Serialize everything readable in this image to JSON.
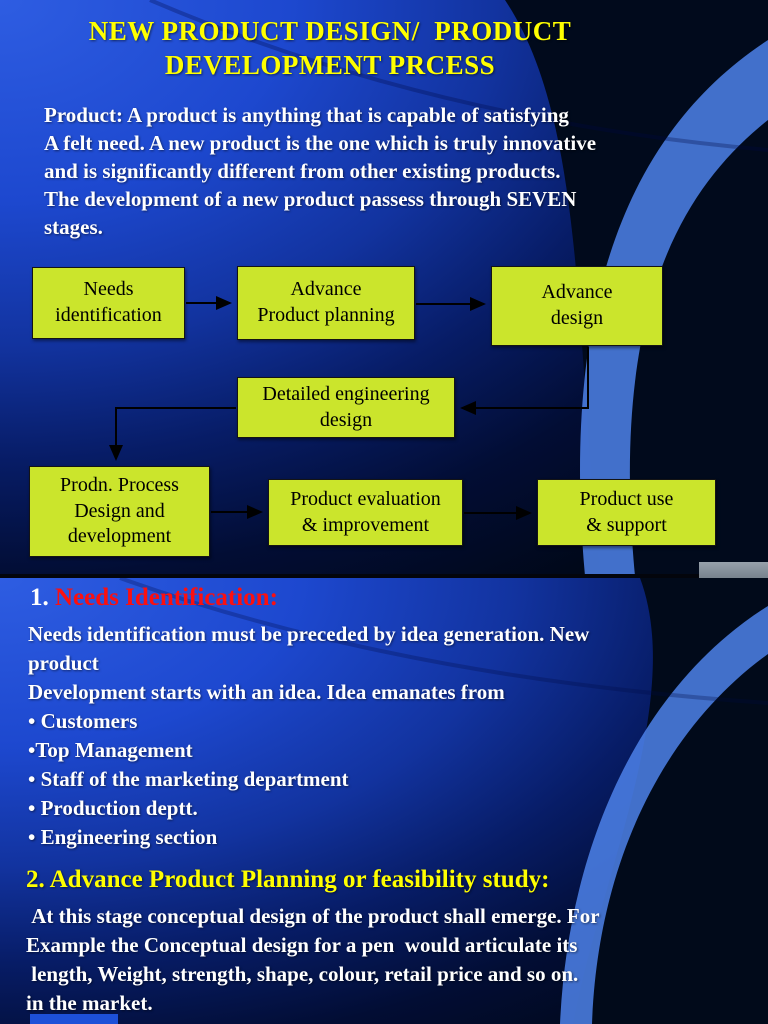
{
  "slide1": {
    "title": "NEW PRODUCT DESIGN/  PRODUCT\nDEVELOPMENT PRCESS",
    "intro": "Product: A product is anything that is capable of satisfying\nA felt need. A new product is the one which is truly innovative\nand is significantly different from other existing products.\nThe development of a new product passess through SEVEN\nstages.",
    "flowchart": {
      "needs": "Needs\nidentification",
      "advance_planning": "Advance\nProduct planning",
      "advance_design": "Advance\ndesign",
      "detailed_design": "Detailed engineering\ndesign",
      "prodn_process": "Prodn. Process\nDesign and\ndevelopment",
      "evaluation": "Product evaluation\n& improvement",
      "use_support": "Product use\n& support"
    }
  },
  "slide2": {
    "heading1_num": "1.",
    "heading1": " Needs Identification:",
    "body1": "Needs identification must be preceded by idea generation. New\nproduct\nDevelopment starts with an idea. Idea emanates from\n• Customers\n•Top Management\n• Staff of the marketing department\n• Production deptt.\n• Engineering section",
    "heading2": "2. Advance Product Planning or feasibility study:",
    "body2": " At this stage conceptual design of the product shall emerge. For\nExample the Conceptual design for a pen  would articulate its\n length, Weight, strength, shape, colour, retail price and so on.\nin the market."
  },
  "colors": {
    "title_yellow": "#ffff00",
    "body_white": "#ffffff",
    "heading_red": "#fb1010",
    "flow_box_fill": "#cbe52c",
    "flow_box_border": "#141414",
    "background_bright_blue": "#1d48cf",
    "background_dark": "#000714",
    "swoosh_blue": "#4e82ea"
  }
}
